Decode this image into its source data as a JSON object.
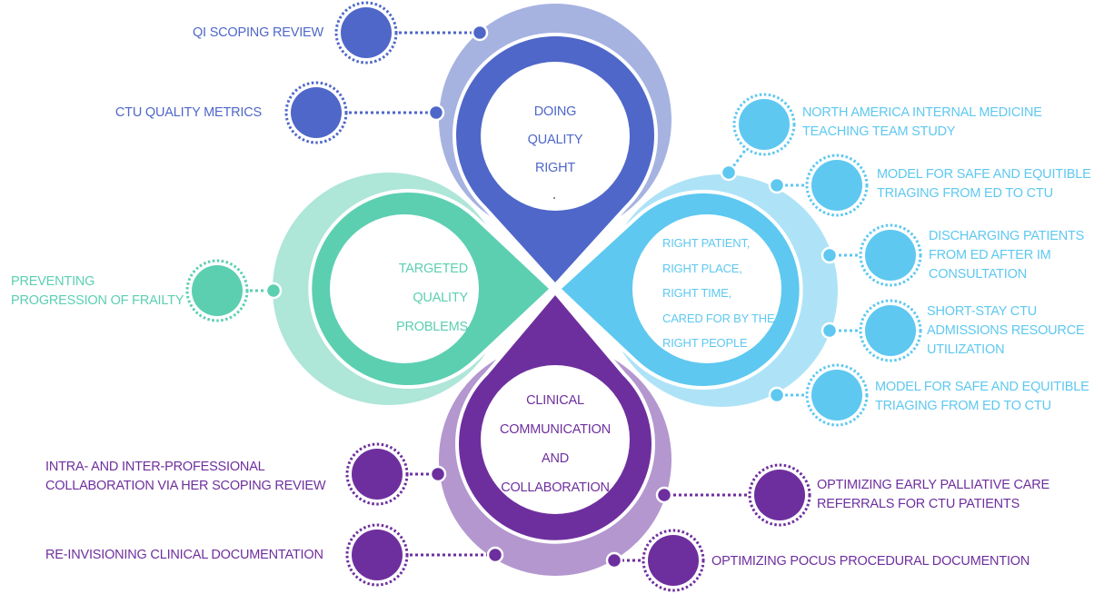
{
  "colors": {
    "blue": "#4f67c9",
    "blue_light": "#a6b3e1",
    "green": "#5ccfb1",
    "green_light": "#aee6d8",
    "cyan": "#5ec8f0",
    "cyan_light": "#aee3f7",
    "purple": "#6e2f9e",
    "purple_light": "#b497cf"
  },
  "hubs": {
    "blue": {
      "lines": [
        "DOING",
        "QUALITY",
        "RIGHT"
      ]
    },
    "green": {
      "lines": [
        "TARGETED",
        "QUALITY",
        "PROBLEMS"
      ]
    },
    "cyan": {
      "lines": [
        "RIGHT PATIENT,",
        "RIGHT PLACE,",
        "RIGHT TIME,",
        "CARED FOR BY THE",
        "RIGHT PEOPLE"
      ]
    },
    "purple": {
      "lines": [
        "CLINICAL",
        "COMMUNICATION",
        "AND",
        "COLLABORATION"
      ]
    }
  },
  "projects": {
    "blue": [
      {
        "lines": [
          "QI SCOPING REVIEW"
        ]
      },
      {
        "lines": [
          "CTU QUALITY METRICS"
        ]
      }
    ],
    "green": [
      {
        "lines": [
          "PREVENTING",
          "PROGRESSION OF FRAILTY"
        ]
      }
    ],
    "cyan": [
      {
        "lines": [
          "NORTH AMERICA INTERNAL MEDICINE",
          "TEACHING TEAM STUDY"
        ]
      },
      {
        "lines": [
          "MODEL FOR SAFE AND EQUITIBLE",
          "TRIAGING FROM ED TO CTU"
        ]
      },
      {
        "lines": [
          "DISCHARGING PATIENTS",
          "FROM ED AFTER IM",
          "CONSULTATION"
        ]
      },
      {
        "lines": [
          "SHORT-STAY CTU",
          "ADMISSIONS RESOURCE",
          "UTILIZATION"
        ]
      },
      {
        "lines": [
          "MODEL FOR SAFE AND EQUITIBLE",
          "TRIAGING FROM ED TO CTU"
        ]
      }
    ],
    "purple": [
      {
        "lines": [
          "INTRA- AND INTER-PROFESSIONAL",
          "COLLABORATION VIA HER SCOPING REVIEW"
        ]
      },
      {
        "lines": [
          "RE-INVISIONING CLINICAL DOCUMENTATION"
        ]
      },
      {
        "lines": [
          "OPTIMIZING EARLY PALLIATIVE CARE",
          "REFERRALS FOR CTU PATIENTS"
        ]
      },
      {
        "lines": [
          "OPTIMIZING POCUS PROCEDURAL DOCUMENTION"
        ]
      }
    ]
  }
}
